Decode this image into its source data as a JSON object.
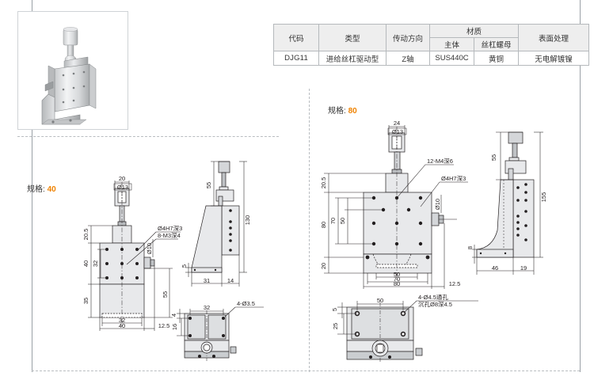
{
  "product_photo": {
    "alt": "DJG11 Z-axis feed screw driven stage photo"
  },
  "spec_table": {
    "headers_top": [
      "代码",
      "类型",
      "传动方向",
      "材质",
      "表面处理"
    ],
    "headers_sub": [
      "主体",
      "丝杠螺母"
    ],
    "rows": [
      {
        "code": "DJG11",
        "type": "进给丝杠驱动型",
        "direction": "Z轴",
        "material_body": "SUS440C",
        "material_nut": "黄铜",
        "surface": "无电解镀镍"
      }
    ],
    "colors": {
      "header_bg": "#eeeeee",
      "code": "#ef8200",
      "border": "#b5b9bc"
    }
  },
  "drawings": [
    {
      "id": "size-40",
      "caption_label": "规格:",
      "caption_value": "40",
      "front_view": {
        "dims": [
          "20",
          "Ø13",
          "20.5",
          "40",
          "32",
          "35",
          "32",
          "40",
          "12.5",
          "55",
          "Ø10"
        ],
        "notes": [
          "Ø4H7深3",
          "8-M3深4"
        ]
      },
      "side_view": {
        "dims": [
          "55",
          "130",
          "5",
          "31",
          "14"
        ]
      },
      "bottom_view": {
        "dims": [
          "4",
          "32",
          "16"
        ],
        "notes": [
          "4-Ø3.5"
        ]
      }
    },
    {
      "id": "size-80",
      "caption_label": "规格:",
      "caption_value": "80",
      "front_view": {
        "dims": [
          "24",
          "Ø13",
          "20.5",
          "80",
          "70",
          "50",
          "20",
          "50",
          "70",
          "80",
          "12.5",
          "Ø10"
        ],
        "notes": [
          "12-M4深6",
          "Ø4H7深3"
        ]
      },
      "side_view": {
        "dims": [
          "55",
          "155",
          "8",
          "46",
          "19"
        ]
      },
      "bottom_view": {
        "dims": [
          "50",
          "5",
          "25"
        ],
        "notes": [
          "4-Ø4.5通孔",
          "沉孔Ø8深4.5"
        ]
      }
    }
  ],
  "colors": {
    "line": "#231f20",
    "fill_light": "#e8e9eb",
    "fill_mid": "#d4d6d9",
    "rule": "#9aa0a6",
    "dash": "#b9bdc1"
  }
}
